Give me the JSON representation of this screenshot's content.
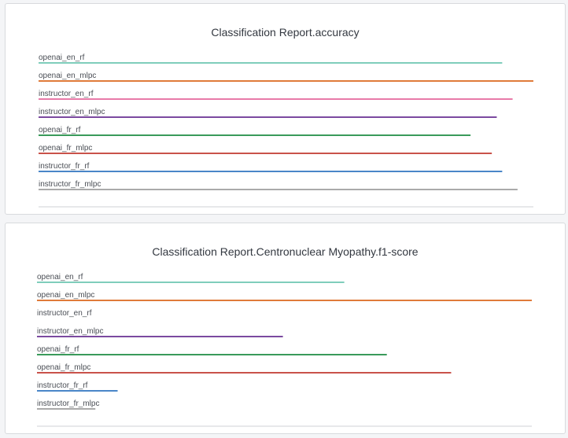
{
  "chart_data": [
    {
      "type": "bar",
      "title": "Classification Report.accuracy",
      "categories": [
        "openai_en_rf",
        "openai_en_mlpc",
        "instructor_en_rf",
        "instructor_en_mlpc",
        "openai_fr_rf",
        "openai_fr_mlpc",
        "instructor_fr_rf",
        "instructor_fr_mlpc"
      ],
      "values": [
        0.937,
        1.0,
        0.958,
        0.926,
        0.873,
        0.916,
        0.937,
        0.968
      ],
      "xlim": [
        0,
        1.0
      ],
      "colors": [
        "#7fcdbb",
        "#e07b3a",
        "#e87ba8",
        "#7b4aa0",
        "#3a9a5a",
        "#c9524a",
        "#4a86c8",
        "#aaaaaa"
      ]
    },
    {
      "type": "bar",
      "title": "Classification Report.Centronuclear Myopathy.f1-score",
      "categories": [
        "openai_en_rf",
        "openai_en_mlpc",
        "instructor_en_rf",
        "instructor_en_mlpc",
        "openai_fr_rf",
        "openai_fr_mlpc",
        "instructor_fr_rf",
        "instructor_fr_mlpc"
      ],
      "values": [
        0.621,
        1.0,
        0.0,
        0.497,
        0.707,
        0.837,
        0.163,
        0.118
      ],
      "xlim": [
        0,
        1.0
      ],
      "colors": [
        "#7fcdbb",
        "#e07b3a",
        "#e87ba8",
        "#7b4aa0",
        "#3a9a5a",
        "#c9524a",
        "#4a86c8",
        "#aaaaaa"
      ]
    }
  ]
}
